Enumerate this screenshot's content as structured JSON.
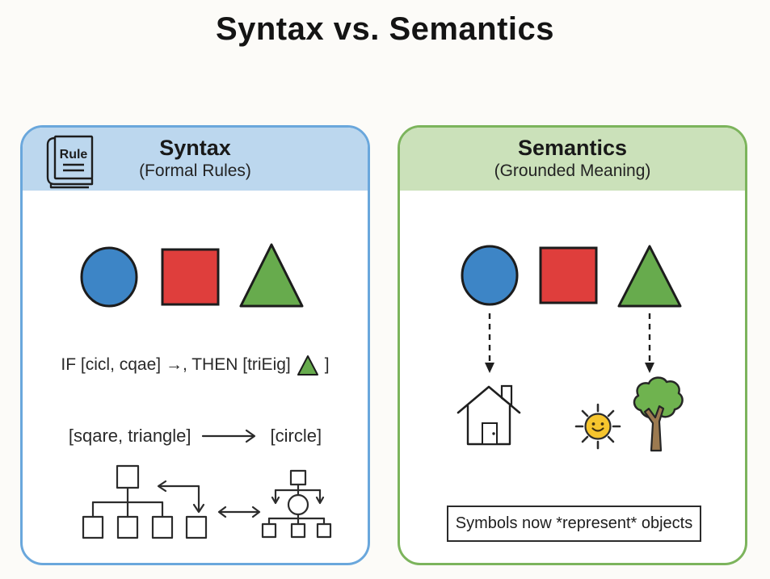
{
  "page": {
    "title": "Syntax vs. Semantics",
    "background_color": "#fcfbf8"
  },
  "syntax_panel": {
    "title": "Syntax",
    "subtitle": "(Formal Rules)",
    "border_color": "#6aa7dc",
    "header_color": "#bcd7ee",
    "book_icon_label": "Rule",
    "rule_if_then": {
      "prefix": "IF [cicl, cqae] →, THEN [triEig]",
      "suffix": "]"
    },
    "rule_rewrite": {
      "left": "[sqare, triangle]",
      "right": "[circle]"
    }
  },
  "semantics_panel": {
    "title": "Semantics",
    "subtitle": "(Grounded Meaning)",
    "caption": "Symbols now *represent* objects",
    "border_color": "#7cb45c",
    "header_color": "#cbe1ba"
  },
  "icons": {
    "rule_book": "rule-book-icon",
    "house": "house-icon",
    "sun": "sun-icon",
    "tree": "tree-icon",
    "dashed_grounding_arrow": "dashed-arrow-icon",
    "long_arrow": "long-arrow-icon",
    "double_arrow": "double-arrow-icon"
  },
  "colors": {
    "circle_blue": "#3d85c6",
    "square_red": "#df3e3c",
    "triangle_green": "#67ab4d",
    "sun_yellow": "#f6c52e",
    "tree_crown_green": "#6fb34f",
    "tree_trunk_brown": "#9c7a50"
  }
}
